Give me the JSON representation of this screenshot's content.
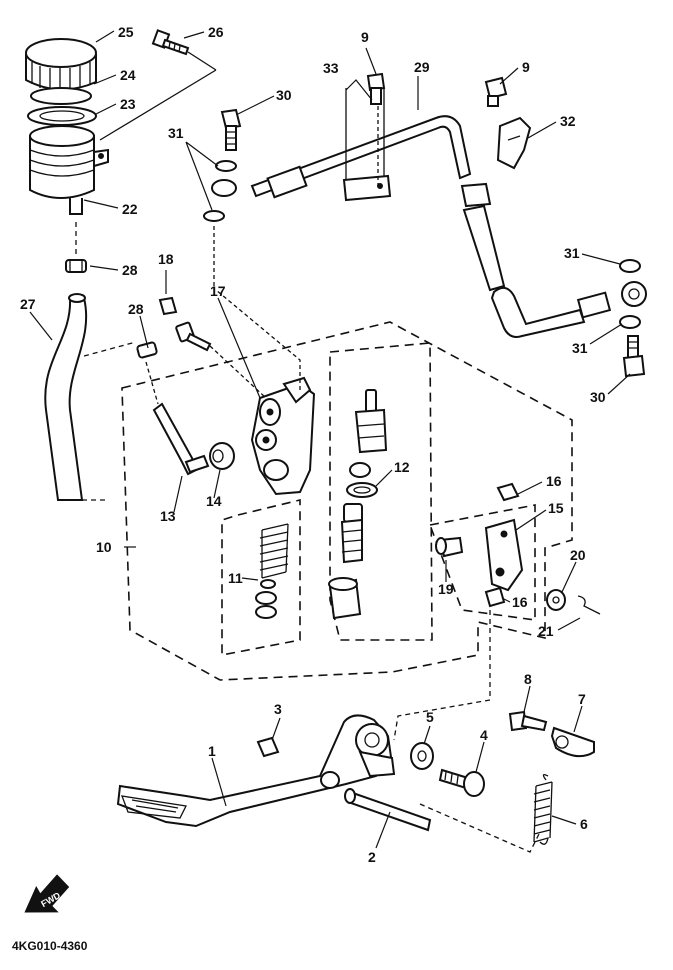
{
  "callouts": {
    "c1": "1",
    "c2": "2",
    "c3": "3",
    "c4": "4",
    "c5": "5",
    "c6": "6",
    "c7": "7",
    "c8": "8",
    "c9a": "9",
    "c9b": "9",
    "c10": "10",
    "c11": "11",
    "c12": "12",
    "c13": "13",
    "c14": "14",
    "c15": "15",
    "c16a": "16",
    "c16b": "16",
    "c17": "17",
    "c18": "18",
    "c19": "19",
    "c20": "20",
    "c21": "21",
    "c22": "22",
    "c23": "23",
    "c24": "24",
    "c25": "25",
    "c26": "26",
    "c27": "27",
    "c28a": "28",
    "c28b": "28",
    "c29": "29",
    "c30a": "30",
    "c30b": "30",
    "c31a": "31",
    "c31b": "31",
    "c31c": "31",
    "c32": "32",
    "c33": "33"
  },
  "footer": {
    "code": "4KG010-4360",
    "fwd_label": "FWD"
  }
}
